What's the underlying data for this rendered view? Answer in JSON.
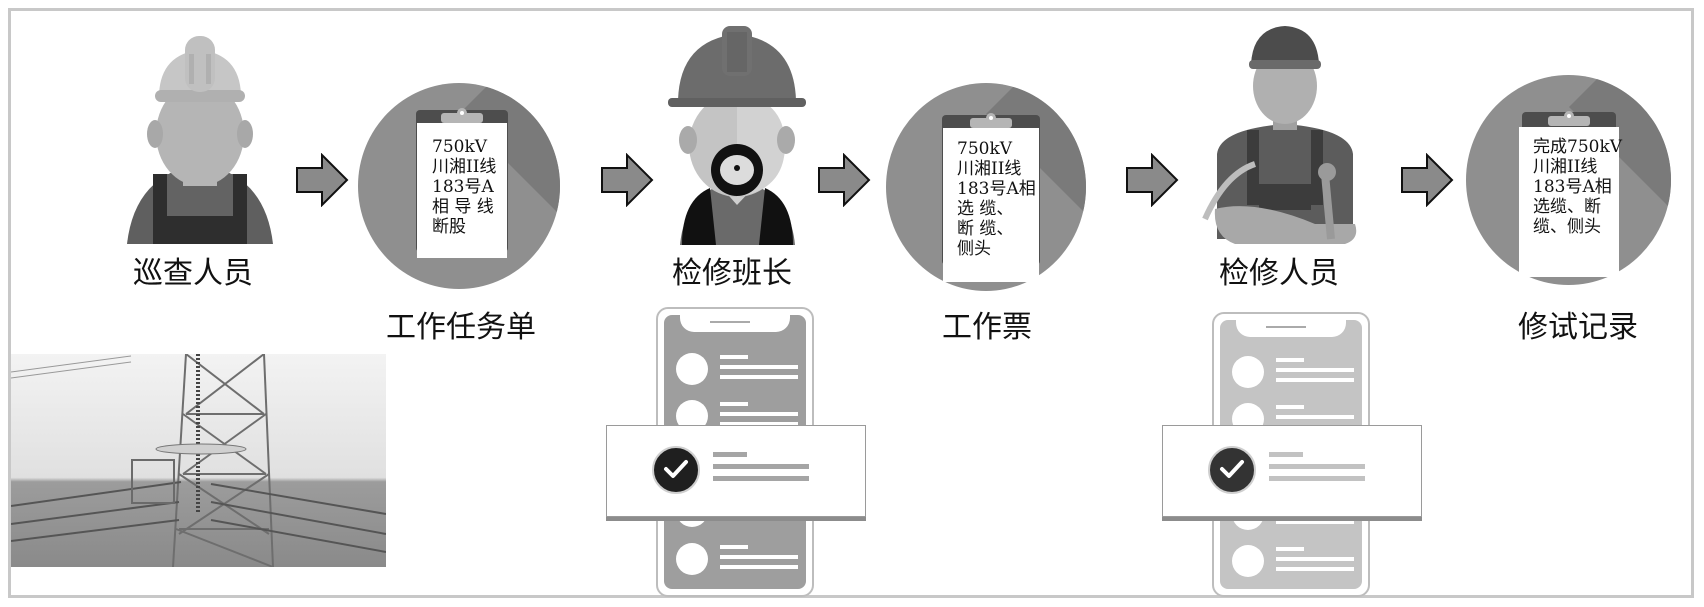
{
  "diagram": {
    "title": "",
    "colors": {
      "frame_border": "#c8c8c8",
      "circle_bg": "#8f8f8f",
      "circle_shadow": "#7a7a7a",
      "clipboard": "#4d4d4d",
      "arrow_fill": "#8a8a8a",
      "arrow_stroke": "#111111",
      "phone_screen_1": "#9e9e9e",
      "phone_screen_2": "#c4c4c4",
      "check_badge": "#1f1f1f"
    },
    "actors": [
      {
        "id": "patrol",
        "label": "巡查人员",
        "icon": "hardhat-worker-icon"
      },
      {
        "id": "foreman",
        "label": "检修班长",
        "icon": "bearded-foreman-icon"
      },
      {
        "id": "repairer",
        "label": "检修人员",
        "icon": "mechanic-with-wrench-icon"
      }
    ],
    "documents": [
      {
        "id": "task-order",
        "label": "工作任务单",
        "clipboard_text": "750kV\n川湘II线\n183号A\n相 导 线\n断股"
      },
      {
        "id": "work-ticket",
        "label": "工作票",
        "clipboard_text": "750kV\n川湘II线\n183号A相\n选 缆、\n断 缆、\n侧头"
      },
      {
        "id": "repair-record",
        "label": "修试记录",
        "clipboard_text": "完成750kV\n川湘II线\n183号A相\n选缆、断\n缆、侧头"
      }
    ],
    "arrows": [
      "arrow-right-icon",
      "arrow-right-icon",
      "arrow-right-icon",
      "arrow-right-icon",
      "arrow-right-icon"
    ],
    "photo": {
      "subject": "transmission-tower-photo",
      "highlight": "defect-box"
    },
    "phones": [
      {
        "id": "foreman-phone",
        "status_icon": "checkmark-icon"
      },
      {
        "id": "repairer-phone",
        "status_icon": "checkmark-icon"
      }
    ]
  }
}
